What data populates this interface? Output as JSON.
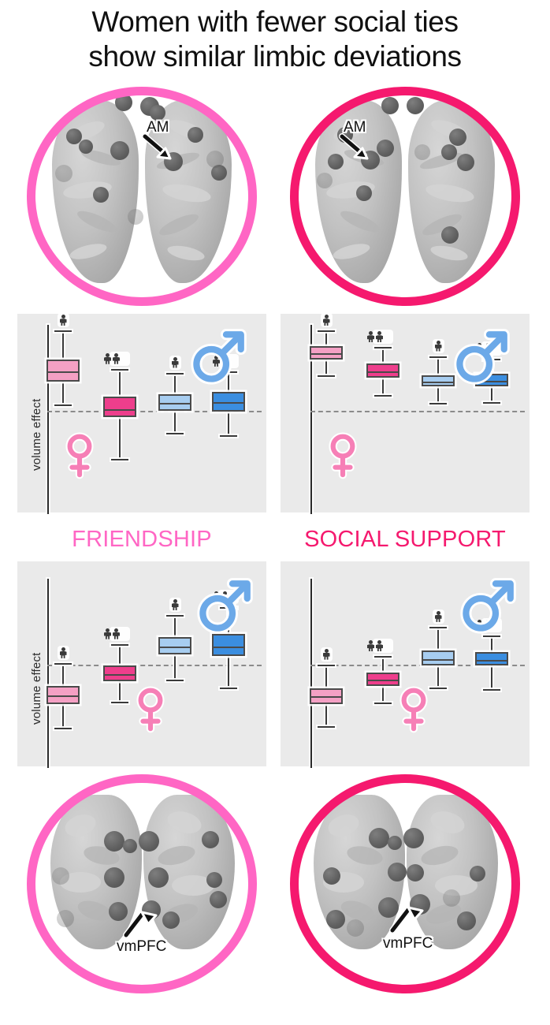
{
  "figure": {
    "title_line1": "Women with fewer social ties",
    "title_line2": "show similar limbic deviations",
    "background": "#ffffff",
    "panel_bg": "#eaeaea"
  },
  "colors": {
    "friendship_pink": "#FF66C4",
    "social_support_pink": "#F5196E",
    "female_light_pink": "#F4A0C4",
    "female_dark_pink": "#EE3E8C",
    "male_light_blue": "#A7CDF0",
    "male_dark_blue": "#3B8EE0",
    "female_symbol": "#F67FB6",
    "male_symbol": "#6CA9E8",
    "box_stroke": "#4a4a4a",
    "zero_line": "#8b8b8b",
    "axis": "#2b2b2b"
  },
  "columns": {
    "friendship": {
      "label": "FRIENDSHIP",
      "color": "#FF66C4"
    },
    "social_support": {
      "label": "SOCIAL SUPPORT",
      "color": "#F5196E"
    }
  },
  "brains": {
    "top_left": {
      "region_label": "AM",
      "ring_color": "#FF66C4",
      "view": "axial",
      "arrow": "down-right"
    },
    "top_right": {
      "region_label": "AM",
      "ring_color": "#F5196E",
      "view": "axial",
      "arrow": "down-right"
    },
    "bot_left": {
      "region_label": "vmPFC",
      "ring_color": "#FF66C4",
      "view": "frontal",
      "arrow": "up-right"
    },
    "bot_right": {
      "region_label": "vmPFC",
      "ring_color": "#F5196E",
      "view": "frontal",
      "arrow": "up-right"
    }
  },
  "axis": {
    "ylabel": "volume effect"
  },
  "legend": {
    "female_symbol": "venus-symbol",
    "male_symbol": "mars-symbol",
    "one_person": "single-person-icon",
    "two_people": "two-people-icon"
  },
  "chart_data": [
    {
      "id": "am-friendship",
      "type": "box",
      "title": "AM — FRIENDSHIP",
      "ylabel": "volume effect",
      "xlabel": "",
      "ylim": [
        -1.45,
        1.35
      ],
      "grid": false,
      "zero_line": 0,
      "legend_position": "inside-top-right",
      "categories": [
        "women fewer ties",
        "women more ties",
        "men fewer ties",
        "men more ties"
      ],
      "group_icons": [
        "one-person",
        "two-people",
        "one-person",
        "two-people"
      ],
      "colors": [
        "#F4A0C4",
        "#EE3E8C",
        "#A7CDF0",
        "#3B8EE0"
      ],
      "boxes": [
        {
          "category": "women fewer ties",
          "whisker_low": 0.1,
          "q1": 0.46,
          "median": 0.62,
          "q3": 0.8,
          "whisker_high": 1.26
        },
        {
          "category": "women more ties",
          "whisker_low": -0.75,
          "q1": -0.1,
          "median": 0.02,
          "q3": 0.22,
          "whisker_high": 0.66
        },
        {
          "category": "men fewer ties",
          "whisker_low": -0.35,
          "q1": 0.0,
          "median": 0.12,
          "q3": 0.26,
          "whisker_high": 0.6
        },
        {
          "category": "men more ties",
          "whisker_low": -0.38,
          "q1": -0.01,
          "median": 0.13,
          "q3": 0.3,
          "whisker_high": 0.62
        }
      ]
    },
    {
      "id": "am-social-support",
      "type": "box",
      "title": "AM — SOCIAL SUPPORT",
      "ylabel": "",
      "xlabel": "",
      "ylim": [
        -1.45,
        1.35
      ],
      "grid": false,
      "zero_line": 0,
      "legend_position": "inside-top-right",
      "categories": [
        "women fewer ties",
        "women more ties",
        "men fewer ties",
        "men more ties"
      ],
      "group_icons": [
        "one-person",
        "two-people",
        "one-person",
        "two-people"
      ],
      "colors": [
        "#F4A0C4",
        "#EE3E8C",
        "#A7CDF0",
        "#3B8EE0"
      ],
      "boxes": [
        {
          "category": "women fewer ties",
          "whisker_low": 0.56,
          "q1": 0.8,
          "median": 0.9,
          "q3": 1.02,
          "whisker_high": 1.26
        },
        {
          "category": "women more ties",
          "whisker_low": 0.25,
          "q1": 0.52,
          "median": 0.62,
          "q3": 0.74,
          "whisker_high": 1.0
        },
        {
          "category": "men fewer ties",
          "whisker_low": 0.12,
          "q1": 0.38,
          "median": 0.46,
          "q3": 0.56,
          "whisker_high": 0.86
        },
        {
          "category": "men more ties",
          "whisker_low": 0.14,
          "q1": 0.38,
          "median": 0.47,
          "q3": 0.58,
          "whisker_high": 0.82
        }
      ]
    },
    {
      "id": "vmpfc-friendship",
      "type": "box",
      "title": "vmPFC — FRIENDSHIP",
      "ylabel": "volume effect",
      "xlabel": "",
      "ylim": [
        -1.35,
        1.25
      ],
      "grid": false,
      "zero_line": 0,
      "legend_position": "inside-top-right",
      "categories": [
        "women fewer ties",
        "women more ties",
        "men fewer ties",
        "men more ties"
      ],
      "group_icons": [
        "one-person",
        "two-people",
        "one-person",
        "two-people"
      ],
      "colors": [
        "#F4A0C4",
        "#EE3E8C",
        "#A7CDF0",
        "#3B8EE0"
      ],
      "boxes": [
        {
          "category": "women fewer ties",
          "whisker_low": -0.92,
          "q1": -0.58,
          "median": -0.45,
          "q3": -0.32,
          "whisker_high": 0.02
        },
        {
          "category": "women more ties",
          "whisker_low": -0.55,
          "q1": -0.25,
          "median": -0.14,
          "q3": -0.02,
          "whisker_high": 0.3
        },
        {
          "category": "men fewer ties",
          "whisker_low": -0.22,
          "q1": 0.14,
          "median": 0.26,
          "q3": 0.4,
          "whisker_high": 0.72
        },
        {
          "category": "men more ties",
          "whisker_low": -0.34,
          "q1": 0.12,
          "median": 0.26,
          "q3": 0.44,
          "whisker_high": 0.84
        }
      ]
    },
    {
      "id": "vmpfc-social-support",
      "type": "box",
      "title": "vmPFC — SOCIAL SUPPORT",
      "ylabel": "",
      "xlabel": "",
      "ylim": [
        -1.35,
        1.25
      ],
      "grid": false,
      "zero_line": 0,
      "legend_position": "inside-top-right",
      "categories": [
        "women fewer ties",
        "women more ties",
        "men fewer ties",
        "men more ties"
      ],
      "group_icons": [
        "one-person",
        "two-people",
        "one-person",
        "two-people"
      ],
      "colors": [
        "#F4A0C4",
        "#EE3E8C",
        "#A7CDF0",
        "#3B8EE0"
      ],
      "boxes": [
        {
          "category": "women fewer ties",
          "whisker_low": -0.9,
          "q1": -0.58,
          "median": -0.47,
          "q3": -0.35,
          "whisker_high": 0.0
        },
        {
          "category": "women more ties",
          "whisker_low": -0.56,
          "q1": -0.32,
          "median": -0.22,
          "q3": -0.12,
          "whisker_high": 0.12
        },
        {
          "category": "men fewer ties",
          "whisker_low": -0.34,
          "q1": -0.02,
          "median": 0.08,
          "q3": 0.2,
          "whisker_high": 0.55
        },
        {
          "category": "men more ties",
          "whisker_low": -0.36,
          "q1": -0.02,
          "median": 0.06,
          "q3": 0.18,
          "whisker_high": 0.42
        }
      ]
    }
  ]
}
